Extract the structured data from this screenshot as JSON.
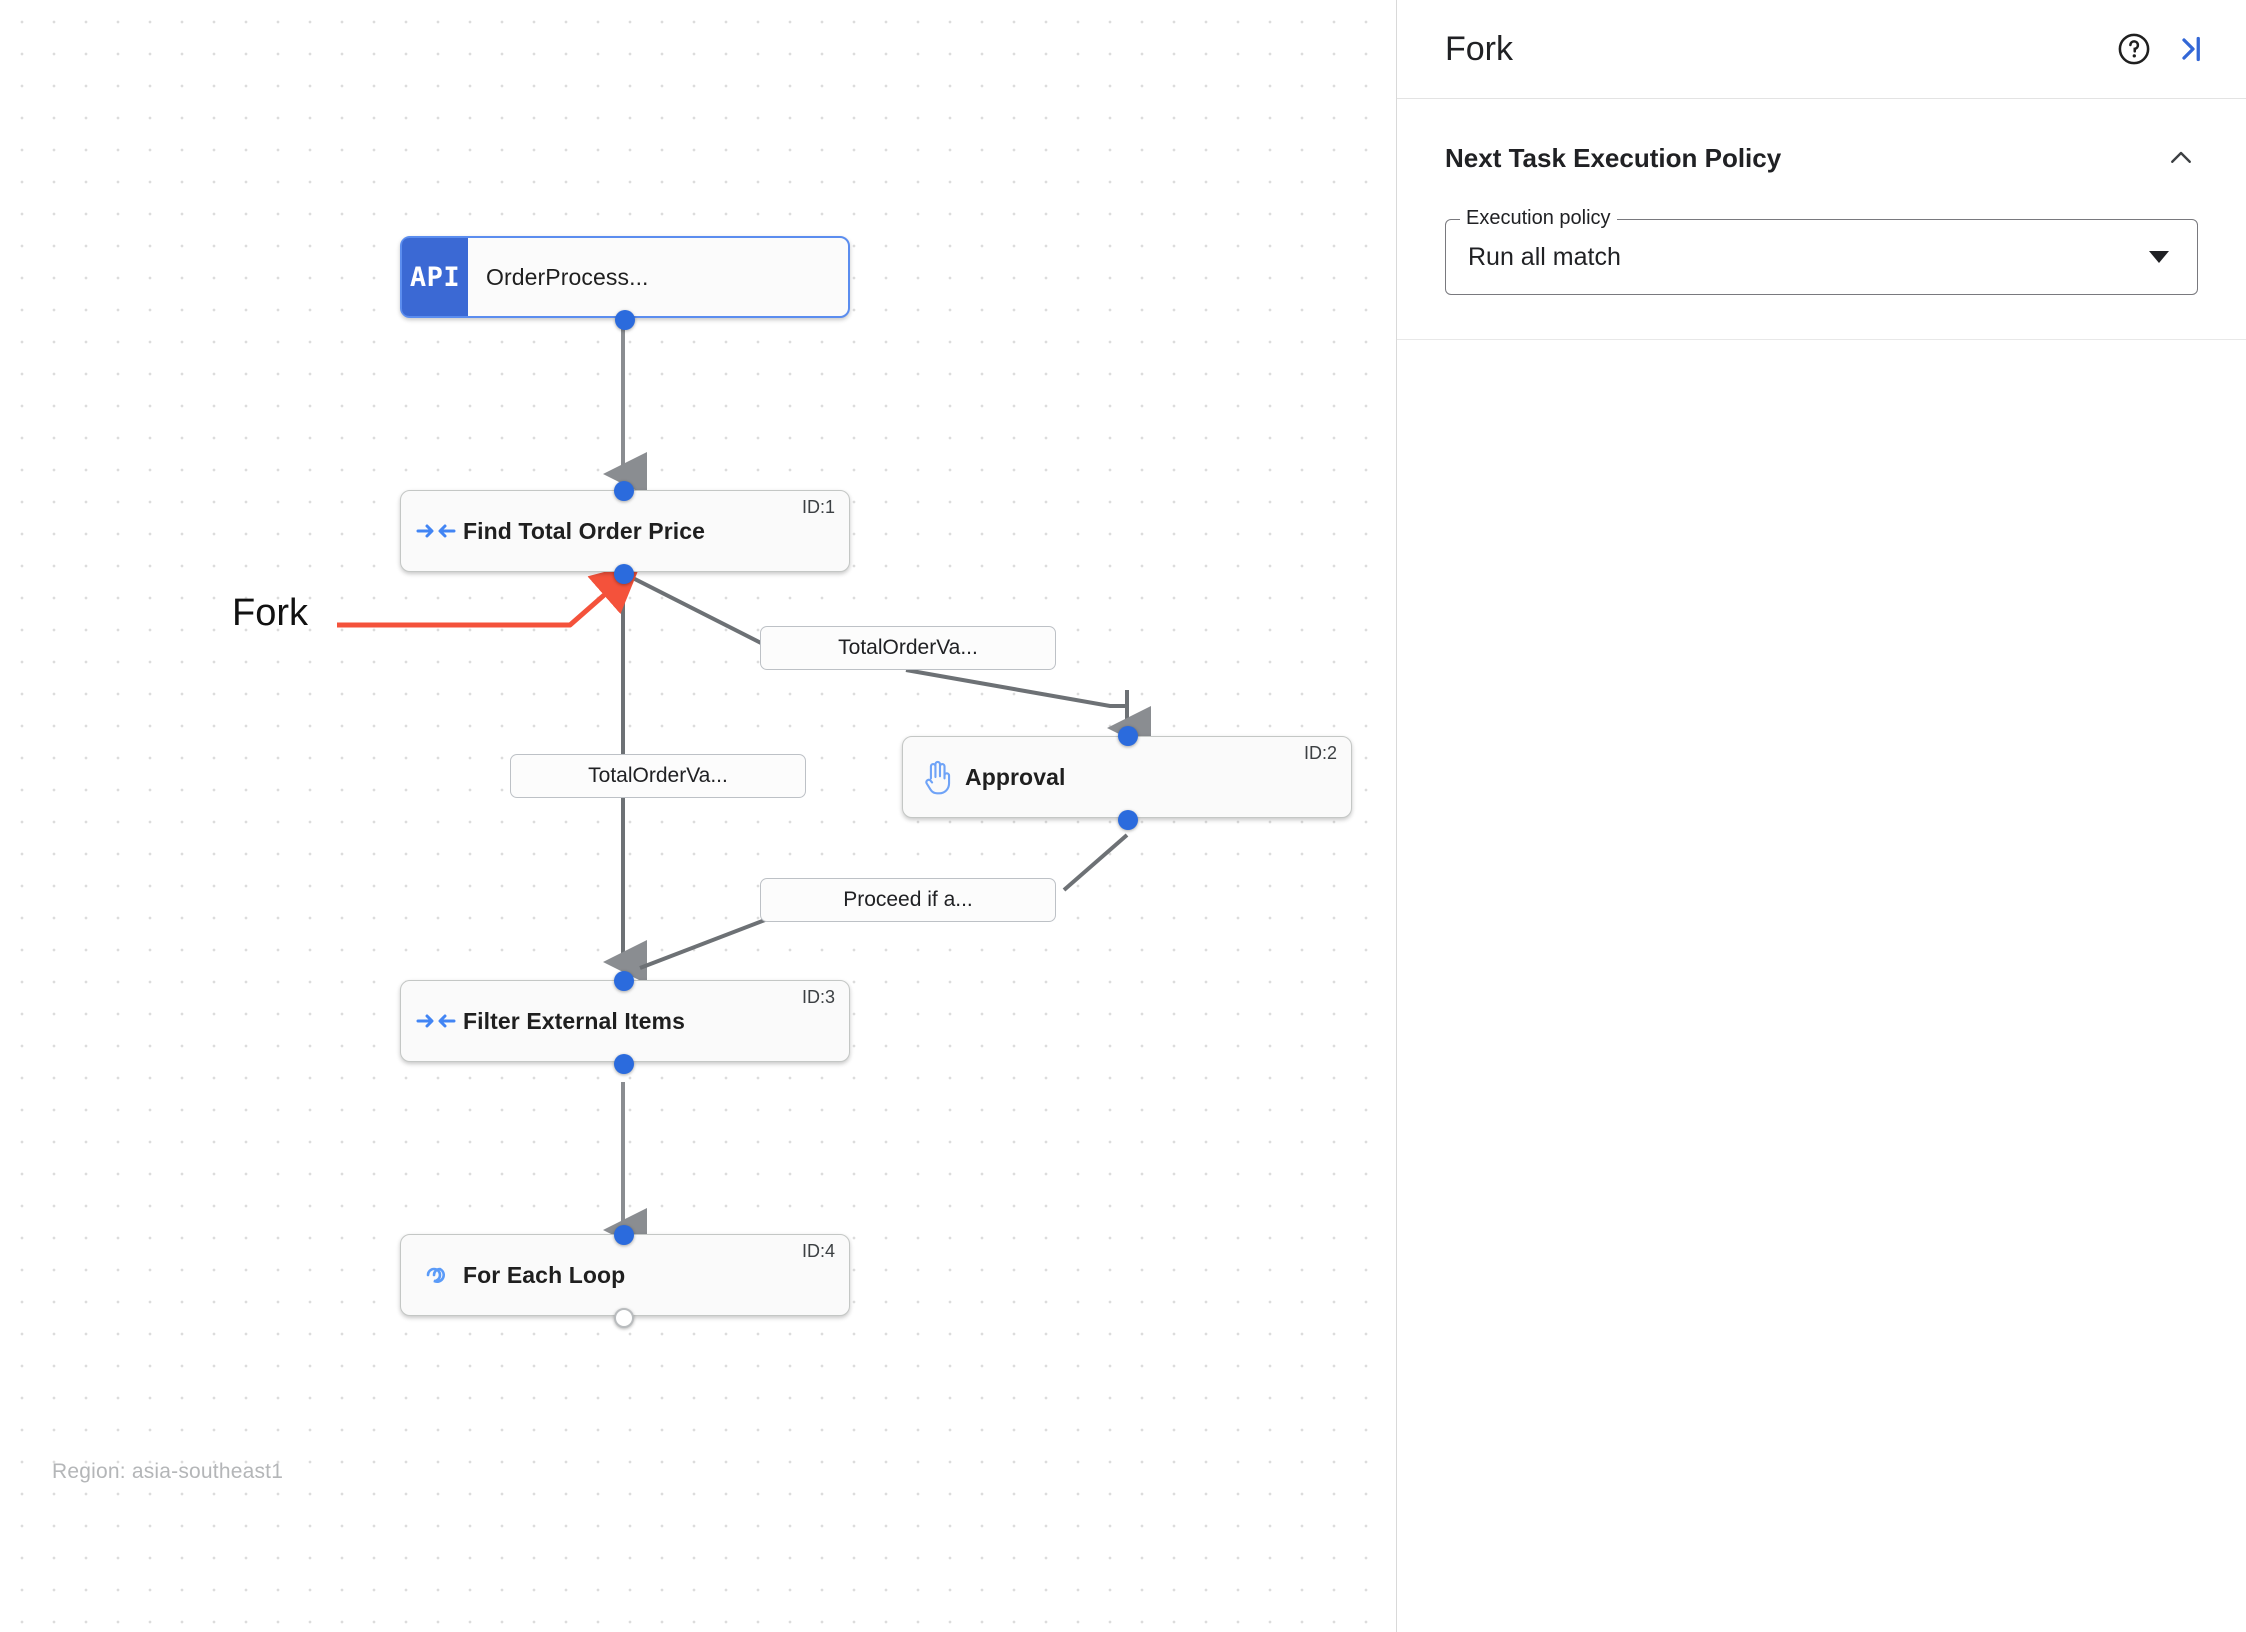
{
  "canvas": {
    "region_label": "Region: asia-southeast1",
    "annotation": {
      "label": "Fork",
      "color": "#f4523b"
    },
    "nodes": [
      {
        "id": "trigger",
        "badge": "API",
        "title": "OrderProcess...",
        "id_label": "",
        "icon": "api-badge-icon"
      },
      {
        "id": "task1",
        "title": "Find Total Order Price",
        "id_label": "ID:1",
        "icon": "converge-arrows-icon"
      },
      {
        "id": "task2",
        "title": "Approval",
        "id_label": "ID:2",
        "icon": "hand-icon"
      },
      {
        "id": "task3",
        "title": "Filter External Items",
        "id_label": "ID:3",
        "icon": "converge-arrows-icon"
      },
      {
        "id": "task4",
        "title": "For Each Loop",
        "id_label": "ID:4",
        "icon": "infinity-icon"
      }
    ],
    "edge_labels": [
      {
        "id": "e-branch-approval",
        "text": "TotalOrderVa..."
      },
      {
        "id": "e-branch-direct",
        "text": "TotalOrderVa..."
      },
      {
        "id": "e-approval-filter",
        "text": "Proceed if a..."
      }
    ]
  },
  "panel": {
    "title": "Fork",
    "help_icon": "help-circle-icon",
    "collapse_icon": "collapse-panel-right-icon",
    "section": {
      "title": "Next Task Execution Policy",
      "chevron": "chevron-up-icon",
      "field": {
        "legend": "Execution policy",
        "value": "Run all match",
        "arrow_icon": "chevron-down-icon"
      }
    }
  }
}
